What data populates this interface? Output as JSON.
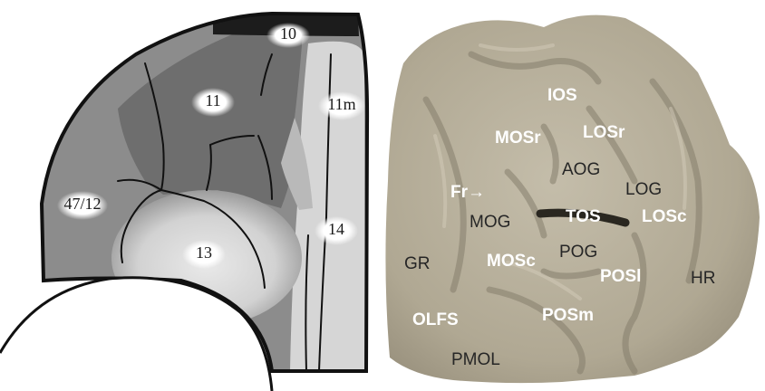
{
  "left_panel": {
    "areas": {
      "a10": "10",
      "a11": "11",
      "a11m": "11m",
      "a47_12": "47/12",
      "a13": "13",
      "a14": "14"
    }
  },
  "right_panel": {
    "labels": {
      "ios": "IOS",
      "mosr": "MOSr",
      "losr": "LOSr",
      "aog": "AOG",
      "fr": "Fr→",
      "log": "LOG",
      "mog": "MOG",
      "tos": "TOS",
      "losc": "LOSc",
      "gr": "GR",
      "mosc": "MOSc",
      "pog": "POG",
      "posl": "POSl",
      "hr": "HR",
      "olfs": "OLFS",
      "posm": "POSm",
      "pmol": "PMOL"
    }
  },
  "colors": {
    "dark_gray": "#6e6e6e",
    "mid_gray": "#8c8c8c",
    "light_gray": "#d6d6d6",
    "black": "#1c1c1c",
    "brain_tissue": "#b7b09e",
    "brain_shadow": "#8f8877"
  }
}
